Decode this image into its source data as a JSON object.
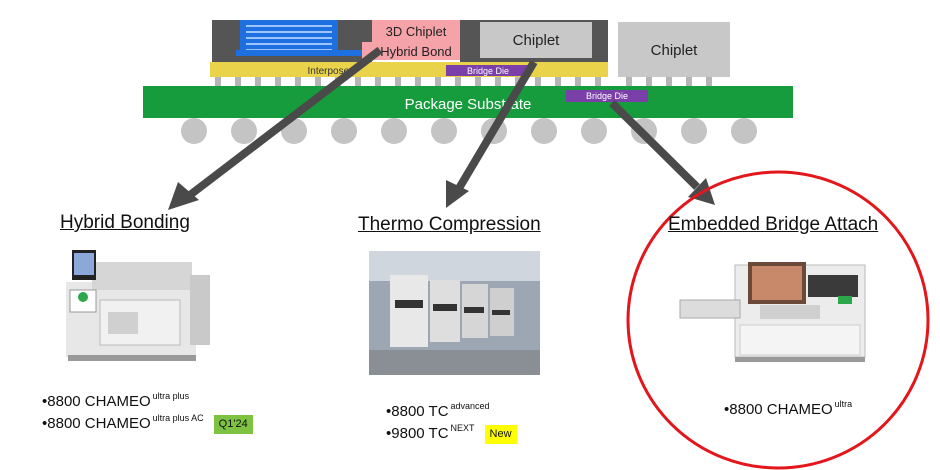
{
  "stack": {
    "label_3d_chiplet": "3D Chiplet",
    "label_hybrid_bond": "Hybrid Bond",
    "label_chiplet_center": "Chiplet",
    "label_chiplet_right": "Chiplet",
    "label_interposer": "Interposer",
    "label_bridge_die_top": "Bridge Die",
    "label_package_substrate": "Package Substrate",
    "label_bridge_die_substrate": "Bridge Die",
    "colors": {
      "substrate": "#169c3c",
      "interposer": "#e8d34a",
      "chiplet_gray": "#c8c8c8",
      "pink": "#f5a3a8",
      "blue": "#1e6fe0",
      "bridge_die": "#7a3fa8",
      "dark_die": "#555555",
      "ball": "#c4c4c4",
      "arrow": "#4a4a4a"
    }
  },
  "sections": [
    {
      "title": "Hybrid Bonding",
      "items": [
        {
          "bullet": "•",
          "name": "8800 CHAMEO",
          "variant": "ultra plus",
          "tag": ""
        },
        {
          "bullet": "•",
          "name": "8800 CHAMEO",
          "variant": "ultra plus AC",
          "tag": "Q1'24"
        }
      ]
    },
    {
      "title": "Thermo Compression",
      "items": [
        {
          "bullet": "•",
          "name": "8800 TC",
          "variant": "advanced",
          "tag": ""
        },
        {
          "bullet": "•",
          "name": "9800 TC",
          "variant": "NEXT",
          "tag": "New"
        }
      ]
    },
    {
      "title": "Embedded Bridge Attach",
      "items": [
        {
          "bullet": "•",
          "name": "8800 CHAMEO",
          "variant": "ultra",
          "tag": ""
        }
      ]
    }
  ],
  "highlight_color": "#e3161c"
}
